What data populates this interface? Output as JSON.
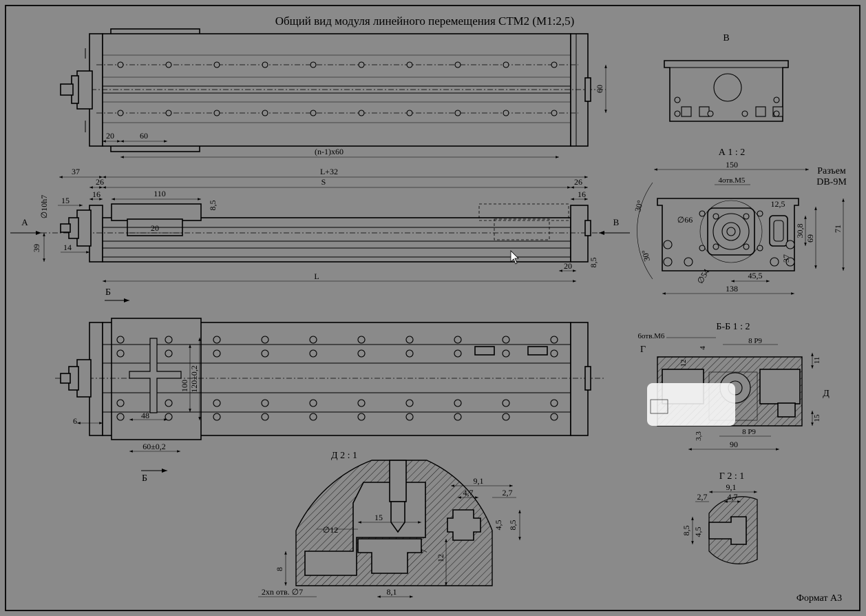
{
  "title": "Общий вид модуля линейного перемещения СТМ2 (М1:2,5)",
  "format": "Формат А3",
  "views": {
    "top": {
      "dims": [
        "20",
        "60",
        "(n-1)x60",
        "60"
      ]
    },
    "side": {
      "dims": [
        "37",
        "L+32",
        "26",
        "S",
        "26",
        "16",
        "110",
        "16",
        "8,5",
        "15",
        "∅10h7",
        "20",
        "39",
        "14",
        "20",
        "8,5",
        "L"
      ],
      "arrow_left": "А",
      "arrow_right": "В"
    },
    "bottom": {
      "section_mark": "Б",
      "dims": [
        "100",
        "120±0,2",
        "48",
        "6",
        "60±0,2"
      ]
    },
    "view_v": {
      "label": "В"
    },
    "view_a": {
      "label": "А  1 : 2",
      "connector": [
        "Разъем",
        "DB-9M"
      ],
      "dims": [
        "150",
        "4отв.M5",
        "∅66",
        "12,5",
        "30,8",
        "69",
        "71",
        "30°",
        "30°",
        "∅54",
        "37",
        "45,5",
        "138"
      ]
    },
    "section_bb": {
      "label": "Б-Б  1 : 2",
      "dims": [
        "6отв.M6",
        "8 P9",
        "4",
        "12",
        "11",
        "15",
        "3,3",
        "8 P9",
        "90"
      ],
      "marks": [
        "Г",
        "Д"
      ]
    },
    "detail_d": {
      "label": "Д  2 : 1",
      "dims": [
        "∅12",
        "15",
        "9,1",
        "4,7",
        "2,7",
        "4,5",
        "8,5",
        "7",
        "12",
        "8",
        "2xn отв. ∅7",
        "8,1"
      ]
    },
    "detail_g": {
      "label": "Г  2 : 1",
      "dims": [
        "9,1",
        "2,7",
        "4,7",
        "8,5",
        "4,5"
      ]
    }
  }
}
